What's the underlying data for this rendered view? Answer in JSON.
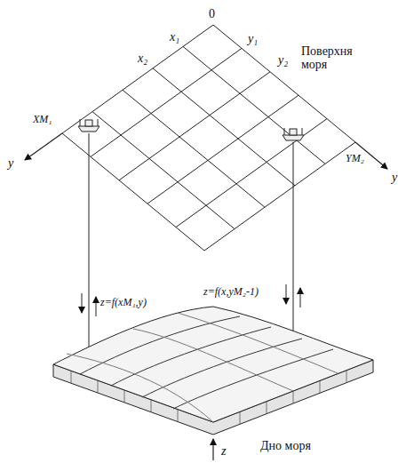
{
  "diagram": {
    "labels": [
      "0",
      "x₁",
      "x₂",
      "XM₁",
      "y",
      "y₁",
      "y₂",
      "YM₂",
      "y",
      "Поверхня моря",
      "z=f(xM₁,y)",
      "z=f(x,yM₂-1)",
      "Дно моря",
      "z"
    ]
  }
}
